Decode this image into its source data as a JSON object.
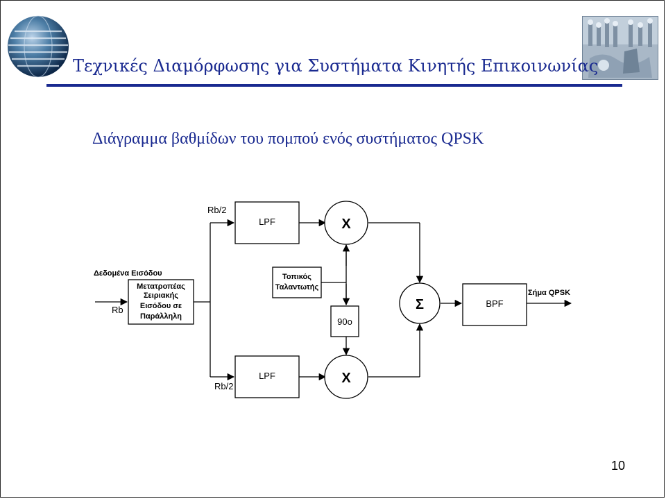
{
  "header": {
    "title": "Τεχνικές Διαμόρφωσης για Συστήματα Κινητής Επικοινωνίας",
    "rule_color": "#1a2a90"
  },
  "subtitle": "Διάγραμμα βαθμίδων του πομπού ενός συστήματος QPSK",
  "diagram": {
    "input_label": "Δεδομένα Εισόδου",
    "input_rate": "Rb",
    "serial_to_parallel": [
      "Μετατροπέας",
      "Σειριακής",
      "Εισόδου σε",
      "Παράλληλη"
    ],
    "rate_upper": "Rb/2",
    "rate_lower": "Rb/2",
    "lpf_upper": "LPF",
    "lpf_lower": "LPF",
    "mixer_upper": "X",
    "mixer_lower": "X",
    "oscillator": [
      "Τοπικός",
      "Ταλαντωτής"
    ],
    "phase_shift": "90ο",
    "summer": "Σ",
    "bpf": "BPF",
    "output_label": "Σήμα QPSK"
  },
  "page_number": "10",
  "colors": {
    "title": "#1a2a90",
    "diagram_line": "#000000"
  }
}
